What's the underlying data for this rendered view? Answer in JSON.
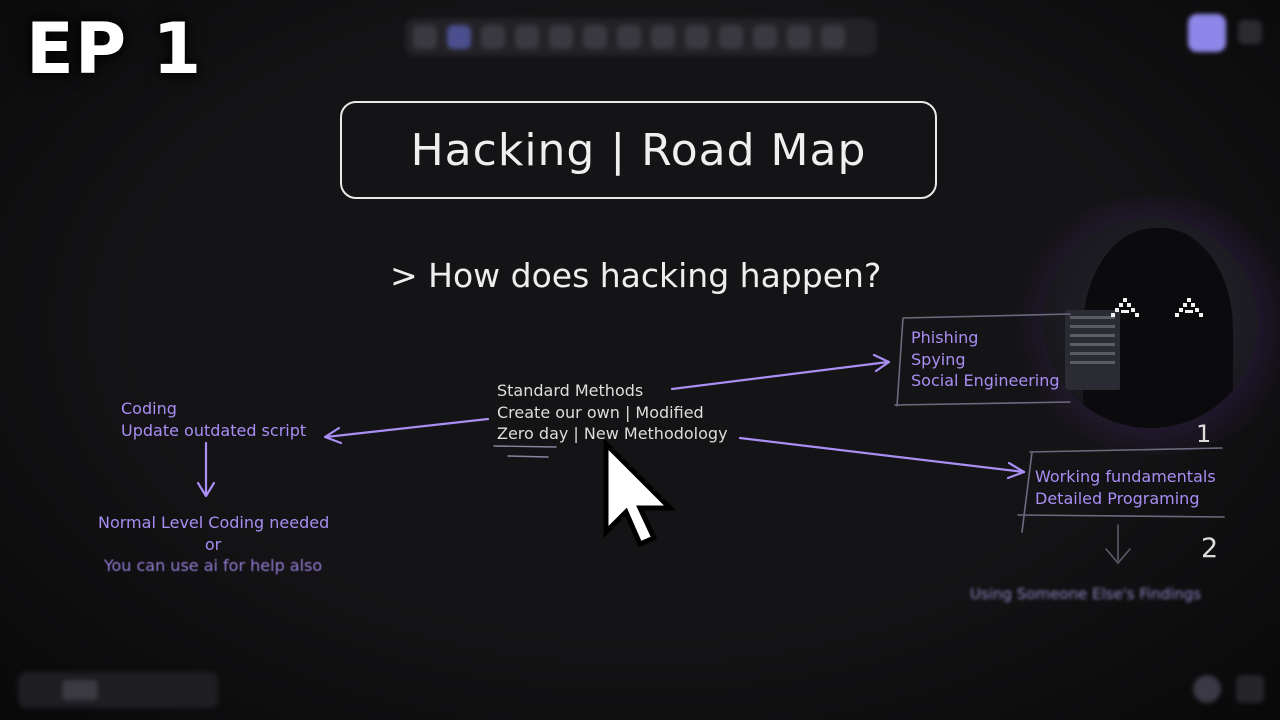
{
  "episode_label": "EP 1",
  "title": "Hacking | Road Map",
  "question": "> How does hacking happen?",
  "center_methods": [
    "Standard Methods",
    "Create our own | Modified",
    "Zero day | New Methodology"
  ],
  "top_right_methods": [
    "Phishing",
    "Spying",
    "Social Engineering"
  ],
  "left_branch": {
    "items": [
      "Coding",
      "Update outdated script"
    ],
    "result": [
      "Normal Level Coding needed",
      "or",
      "You can use ai for help also"
    ]
  },
  "right_branch": {
    "number_1": "1",
    "items": [
      "Working fundamentals",
      "Detailed Programing"
    ],
    "number_2": "2",
    "note": "Using Someone Else's Findings"
  },
  "colors": {
    "background": "#141315",
    "accent_purple": "#a98ef4",
    "text_white": "#dedede"
  },
  "icons": {
    "cursor": "mouse-pointer-icon",
    "avatar": "hooded-hacker-avatar"
  }
}
